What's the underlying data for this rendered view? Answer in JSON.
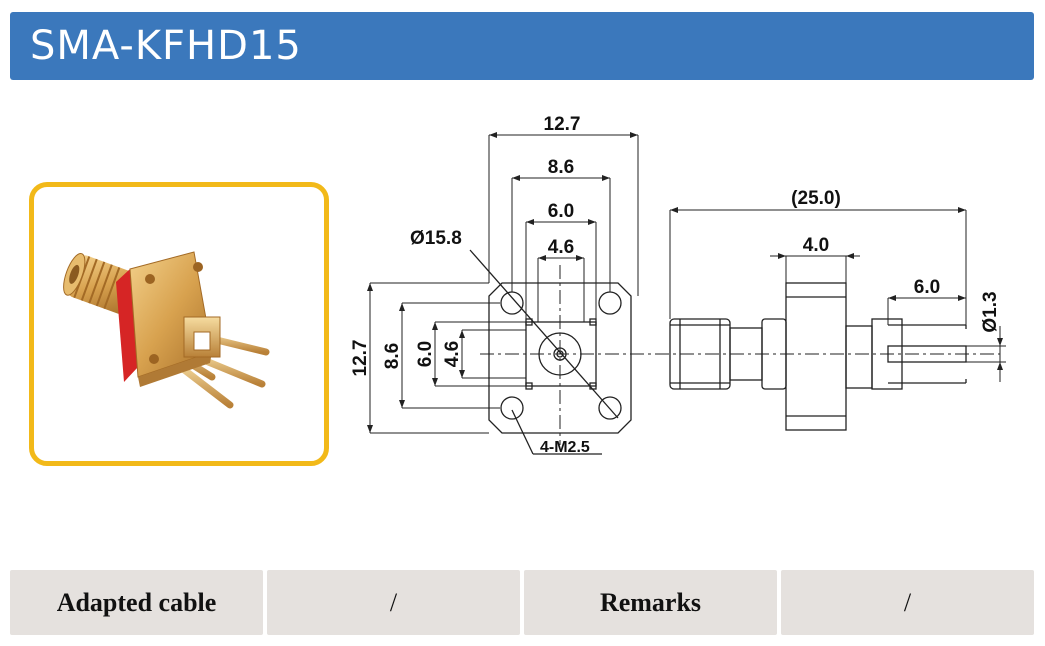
{
  "header": {
    "title": "SMA-KFHD15"
  },
  "drawing": {
    "dims": {
      "flange_width": "12.7",
      "hole_spacing": "8.6",
      "square_6": "6.0",
      "square_46": "4.6",
      "diameter_circle": "Ø15.8",
      "mount_holes": "4-M2.5",
      "flange_height": "12.7",
      "v_86": "8.6",
      "v_60": "6.0",
      "v_46": "4.6",
      "total_length": "(25.0)",
      "flange_thickness": "4.0",
      "pin_length": "6.0",
      "pin_diameter": "Ø1.3"
    }
  },
  "table": {
    "col1_label": "Adapted cable",
    "col1_value": "/",
    "col2_label": "Remarks",
    "col2_value": "/"
  }
}
